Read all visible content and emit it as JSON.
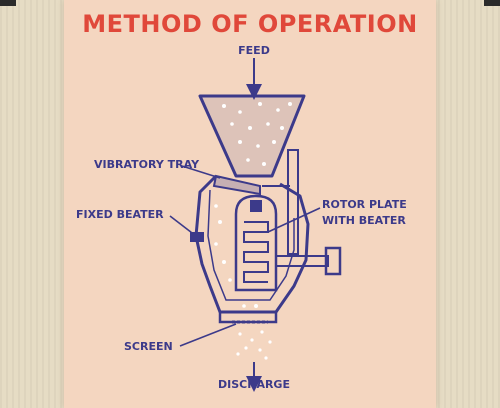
{
  "diagram": {
    "title": "METHOD OF OPERATION",
    "labels": {
      "feed": "FEED",
      "vibratory_tray": "VIBRATORY TRAY",
      "fixed_beater": "FIXED BEATER",
      "rotor_plate": "ROTOR PLATE",
      "with_beater": "WITH BEATER",
      "screen": "SCREEN",
      "discharge": "DISCHARGE"
    }
  },
  "colors": {
    "title": "#e0483a",
    "line": "#3c3a8a",
    "slide_bg": "#f4d6c0",
    "particles": "#ffffff"
  }
}
